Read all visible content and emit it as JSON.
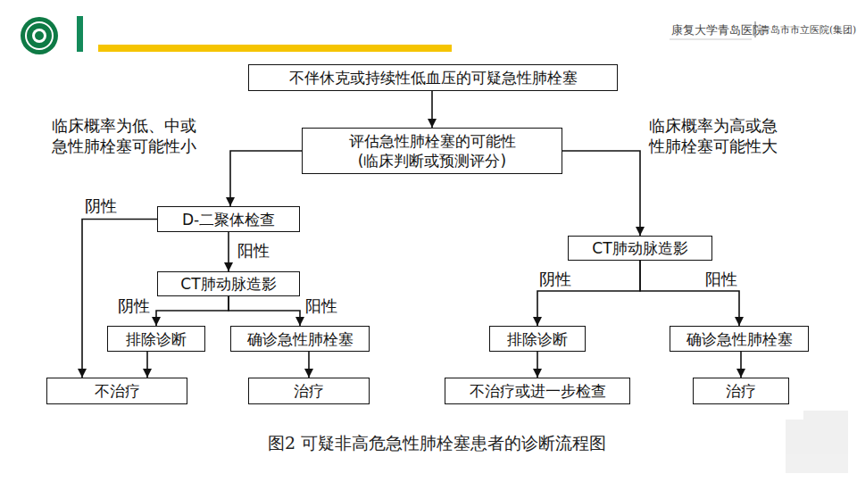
{
  "diagram": {
    "caption": "图2 可疑非高危急性肺栓塞患者的诊断流程图",
    "nodes": [
      {
        "text": [
          "不伴休克或持续性低血压的可疑急性肺栓塞"
        ]
      },
      {
        "text": [
          "评估急性肺栓塞的可能性 (临床判断或预测评分)"
        ]
      },
      {
        "text": [
          "D-二聚体检查"
        ]
      },
      {
        "text": [
          "CT肺动脉造影"
        ]
      },
      {
        "text": [
          "排除诊断"
        ]
      },
      {
        "text": [
          "确诊急性肺栓塞"
        ]
      },
      {
        "text": [
          "不治疗"
        ]
      },
      {
        "text": [
          "治疗"
        ]
      },
      {
        "text": [
          "CT肺动脉造影"
        ]
      },
      {
        "text": [
          "排除诊断"
        ]
      },
      {
        "text": [
          "确诊急性肺栓塞"
        ]
      },
      {
        "text": [
          "不治疗或进一步检查"
        ]
      },
      {
        "text": [
          "治疗"
        ]
      }
    ],
    "edges": [
      {
        "from": 0,
        "to": 1,
        "arrow": "to"
      },
      {
        "from": 1,
        "to": 2,
        "label": "临床概率为低、中或 急性肺栓塞可能性小",
        "arrow": "to"
      },
      {
        "from": 1,
        "to": 8,
        "label": "临床概率为高或急 性肺栓塞可能性大",
        "arrow": "to"
      },
      {
        "from": 2,
        "to": 6,
        "label": "阴性",
        "arrow": "to"
      },
      {
        "from": 2,
        "to": 3,
        "label": "阳性",
        "arrow": "to"
      },
      {
        "from": 3,
        "to": 4,
        "label": "阴性",
        "arrow": "to"
      },
      {
        "from": 3,
        "to": 5,
        "label": "阳性",
        "arrow": "to"
      },
      {
        "from": 4,
        "to": 6,
        "arrow": "to"
      },
      {
        "from": 5,
        "to": 7,
        "arrow": "to"
      },
      {
        "from": 8,
        "to": 9,
        "label": "阴性",
        "arrow": "to"
      },
      {
        "from": 8,
        "to": 10,
        "label": "阳性",
        "arrow": "to"
      },
      {
        "from": 9,
        "to": 11,
        "arrow": "to"
      },
      {
        "from": 10,
        "to": 12,
        "arrow": "to"
      }
    ],
    "labels": [
      "康复大学青岛医院",
      "青岛市市立医院(集团)"
    ]
  }
}
